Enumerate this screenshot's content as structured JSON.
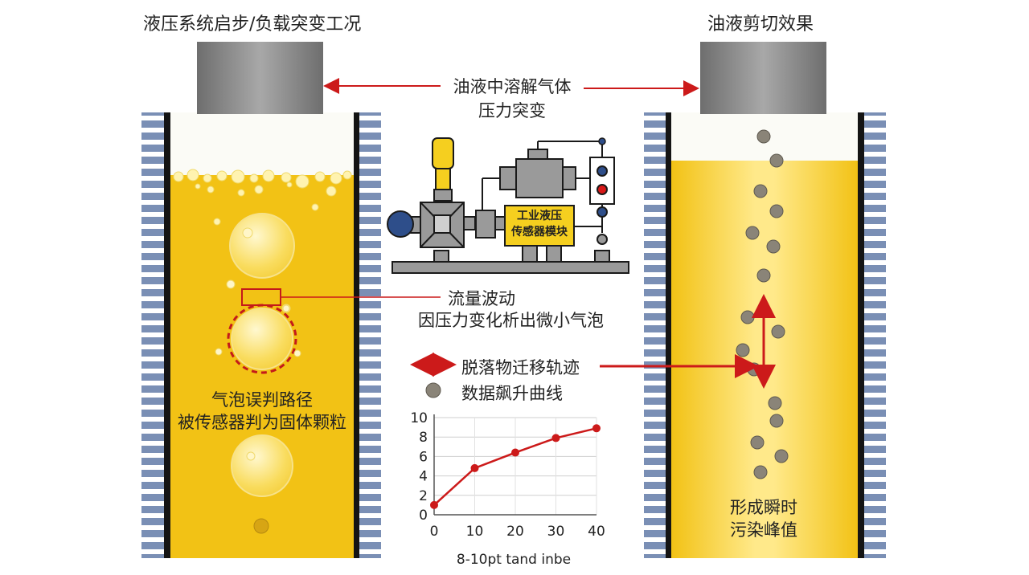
{
  "titles": {
    "left": "液压系统启步/负载突变工况",
    "right": "油液剪切效果"
  },
  "labels": {
    "gas_line1": "油液中溶解气体",
    "gas_line2": "压力突变",
    "flow_line1": "流量波动",
    "flow_line2": "因压力变化析出微小气泡",
    "misjudge_line1": "气泡误判路径",
    "misjudge_line2": "被传感器判为固体颗粒",
    "peak_line1": "形成瞬时",
    "peak_line2": "污染峰值",
    "module_line1": "工业液压",
    "module_line2": "传感器模块"
  },
  "legend": {
    "migration": "脱落物迁移轨迹",
    "curve": "数据飙升曲线"
  },
  "colors": {
    "oil": "#f2c215",
    "oil_light": "#ffe680",
    "red": "#cc1a1a",
    "particle": "#8a8478",
    "stripe": "#7a8fb5",
    "piston": "#8c8c8c",
    "module": "#f5cf1f"
  },
  "chart_data": {
    "type": "line",
    "x": [
      0,
      10,
      20,
      30,
      40
    ],
    "y": [
      1.0,
      4.8,
      6.4,
      7.9,
      8.9
    ],
    "xticks": [
      0,
      10,
      20,
      30,
      40
    ],
    "yticks": [
      0,
      2,
      4,
      6,
      8,
      10
    ],
    "xlim": [
      0,
      40
    ],
    "ylim": [
      0,
      10
    ],
    "xlabel": "8-10pt tand inbe",
    "grid": true,
    "color": "#cc1a1a"
  }
}
